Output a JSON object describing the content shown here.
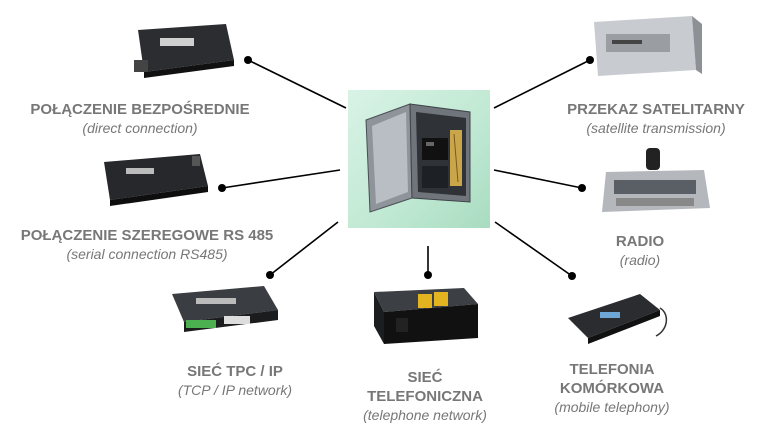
{
  "nodes": [
    {
      "id": "direct",
      "title": "POŁĄCZENIE BEZPOŚREDNIE",
      "subtitle": "(direct connection)"
    },
    {
      "id": "serial",
      "title": "POŁĄCZENIE SZEREGOWE RS 485",
      "subtitle": "(serial connection RS485)"
    },
    {
      "id": "tcp",
      "title": "SIEĆ TPC / IP",
      "subtitle": "(TCP / IP network)"
    },
    {
      "id": "telephone",
      "title_lines": [
        "SIEĆ",
        "TELEFONICZNA"
      ],
      "subtitle": "(telephone network)"
    },
    {
      "id": "mobile",
      "title_lines": [
        "TELEFONIA",
        "KOMÓRKOWA"
      ],
      "subtitle": "(mobile telephony)"
    },
    {
      "id": "radio",
      "title": "RADIO",
      "subtitle": "(radio)"
    },
    {
      "id": "satellite",
      "title": "PRZEKAZ SATELITARNY",
      "subtitle": "(satellite transmission)"
    }
  ],
  "colors": {
    "label": "#777777",
    "line": "#000000",
    "hub_bg": "#bfe8d2"
  }
}
